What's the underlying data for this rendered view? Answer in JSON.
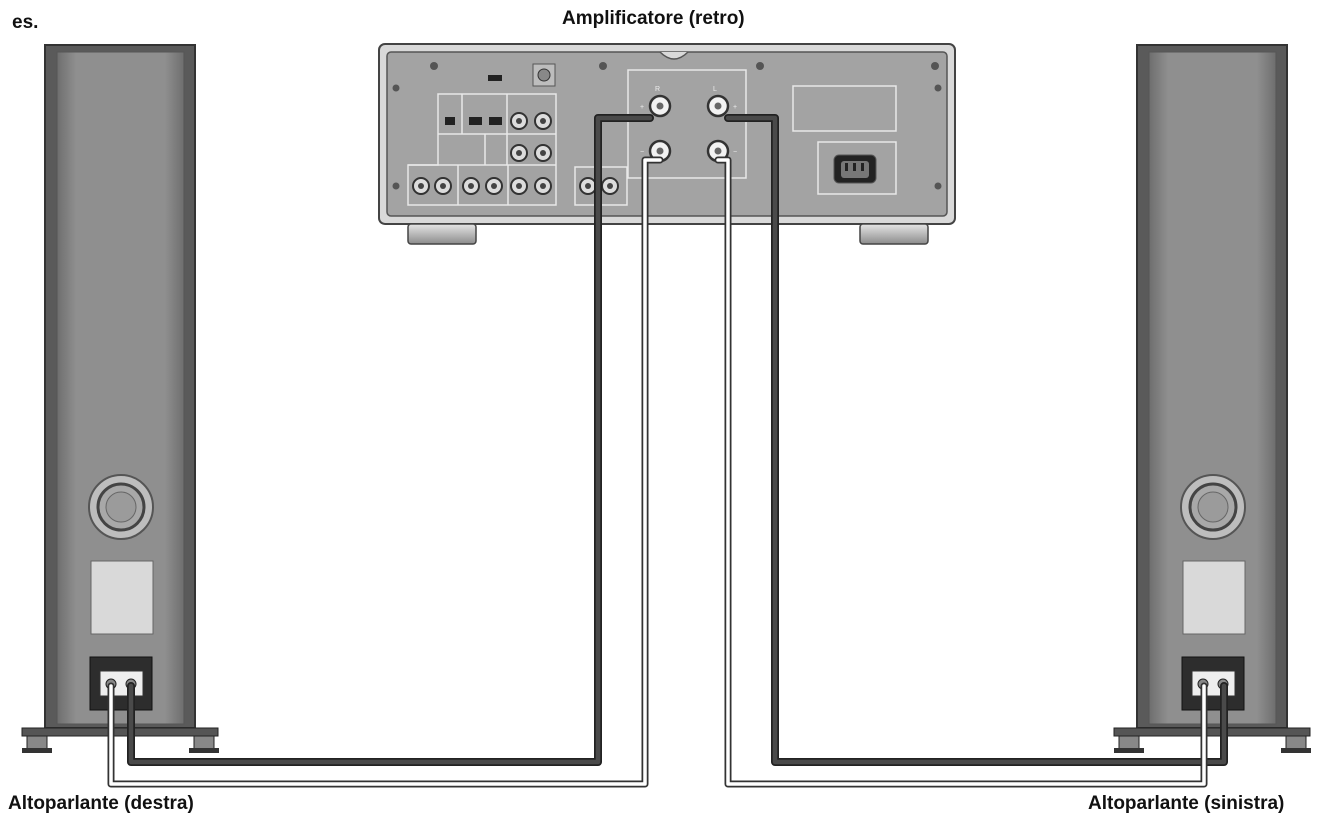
{
  "labels": {
    "example": "es.",
    "amplifier": "Amplificatore (retro)",
    "speaker_right": "Altoparlante (destra)",
    "speaker_left": "Altoparlante (sinistra)"
  },
  "terminals": {
    "r_pos": "R",
    "l_pos": "L",
    "plus": "+",
    "minus": "−"
  },
  "colors": {
    "cable_dark": "#3c3c3c",
    "cable_light": "#ffffff",
    "cabinet": "#8a8a8a",
    "amp_panel": "#9a9a9a"
  }
}
